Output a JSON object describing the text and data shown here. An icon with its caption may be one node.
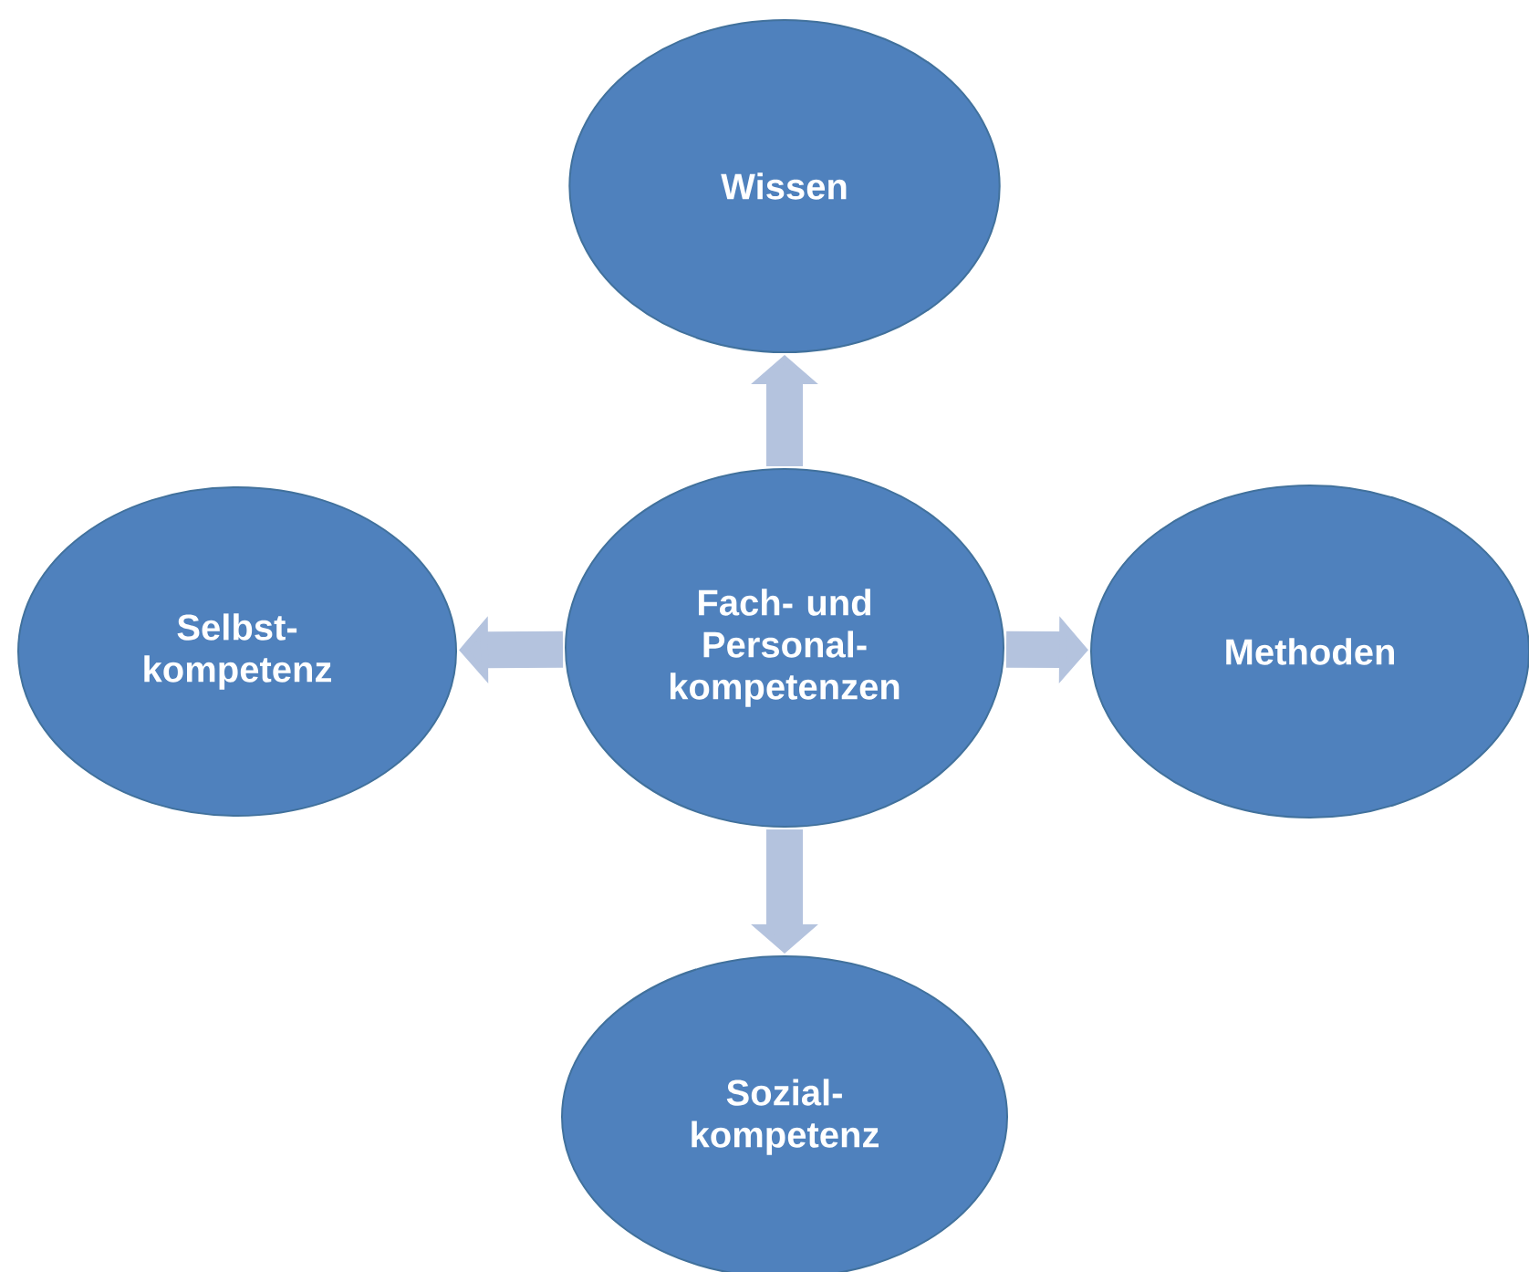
{
  "diagram": {
    "nodes": [
      {
        "text": [
          "Fach- und Personal- kompetenzen"
        ]
      },
      {
        "text": [
          "Wissen"
        ]
      },
      {
        "text": [
          "Methoden"
        ]
      },
      {
        "text": [
          "Sozial- kompetenz"
        ]
      },
      {
        "text": [
          "Selbst- kompetenz"
        ]
      }
    ],
    "edges": [
      {
        "from": 0,
        "to": 1,
        "arrow": "to"
      },
      {
        "from": 0,
        "to": 2,
        "arrow": "to"
      },
      {
        "from": 0,
        "to": 3,
        "arrow": "to"
      },
      {
        "from": 0,
        "to": 4,
        "arrow": "to"
      }
    ]
  }
}
